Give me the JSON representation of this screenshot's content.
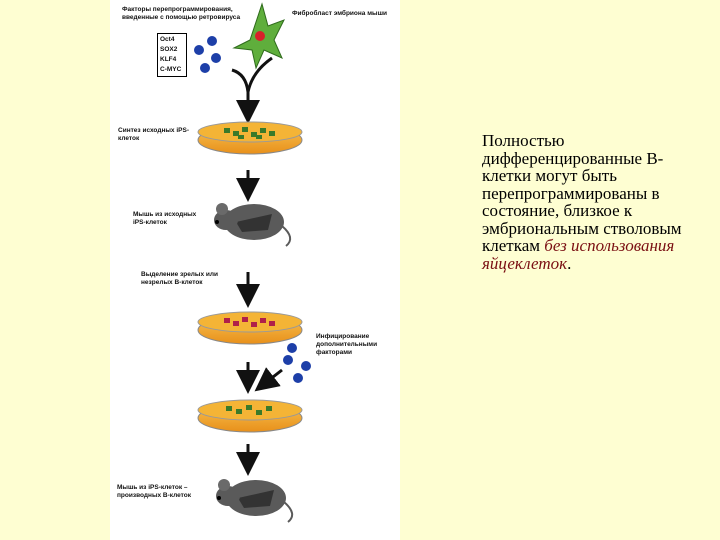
{
  "diagram": {
    "label_factors": "Факторы перепрограммирования, введенные с помощью ретровируса",
    "label_fibroblast": "Фибробласт эмбриона мыши",
    "factors": [
      "Oct4",
      "SOX2",
      "KLF4",
      "C-MYC"
    ],
    "label_ips_synthesis": "Синтез исходных iPS-клеток",
    "label_mouse_ips": "Мышь из исходных iPS-клеток",
    "label_bcell_isolation": "Выделение зрелых или незрелых В-клеток",
    "label_infection": "Инфицирование дополнительными факторами",
    "label_mouse_bcell": "Мышь из iPS-клеток – производных В-клеток"
  },
  "caption": {
    "text": "Полностью дифференцированные В-клетки могут быть перепрограммированы в состояние, близкое к эмбриональным стволовым клеткам ",
    "italic": "без использования яйцеклеток",
    "end": "."
  },
  "colors": {
    "background": "#fefed2",
    "dish_orange": "#f2a11e",
    "cell_green": "#3a7a2a",
    "cell_red": "#b0204a",
    "virus_blue": "#1d3fa8",
    "mouse_gray": "#5a5a5a",
    "caption_italic": "#7a0f12"
  }
}
